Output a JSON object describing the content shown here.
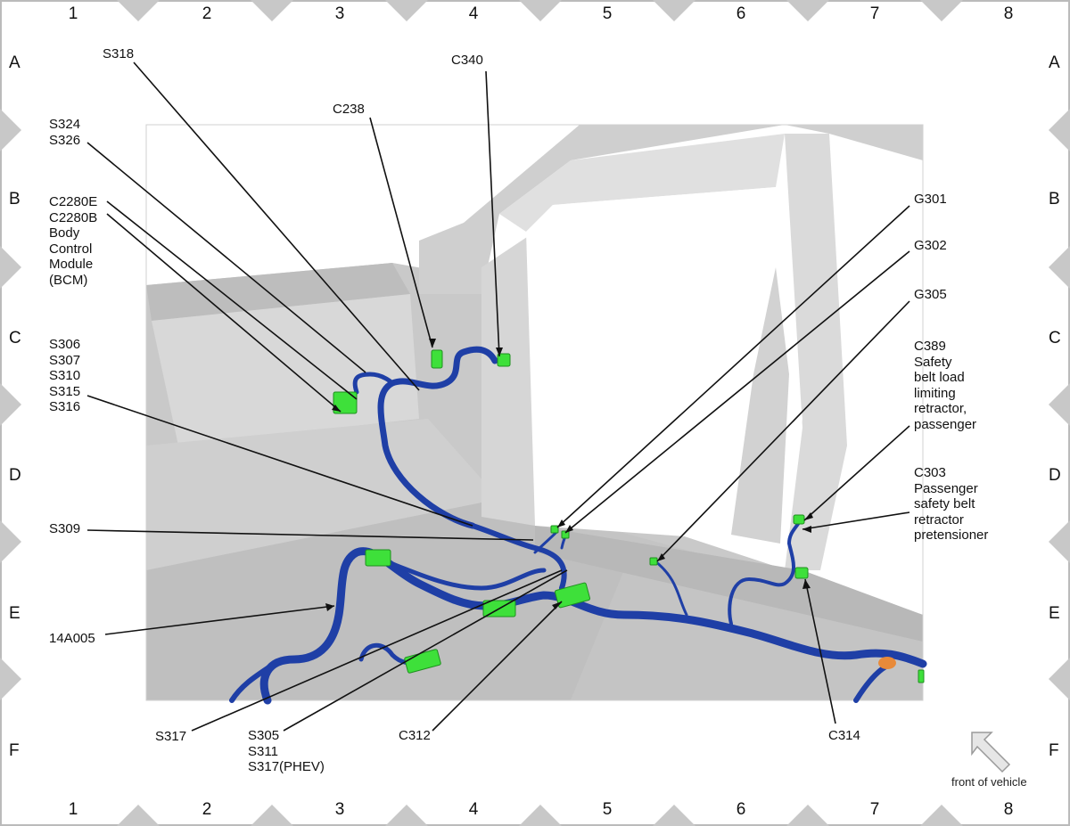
{
  "grid": {
    "columns": [
      "1",
      "2",
      "3",
      "4",
      "5",
      "6",
      "7",
      "8"
    ],
    "rows": [
      "A",
      "B",
      "C",
      "D",
      "E",
      "F"
    ]
  },
  "callouts": {
    "s318": [
      "S318"
    ],
    "c340": [
      "C340"
    ],
    "c238": [
      "C238"
    ],
    "s324": [
      "S324",
      "S326"
    ],
    "c2280": [
      "C2280E",
      "C2280B",
      "Body",
      "Control",
      "Module",
      "(BCM)"
    ],
    "s306": [
      "S306",
      "S307",
      "S310",
      "S315",
      "S316"
    ],
    "s309": [
      "S309"
    ],
    "a14005": [
      "14A005"
    ],
    "s317": [
      "S317"
    ],
    "s305": [
      "S305",
      "S311",
      "S317(PHEV)"
    ],
    "c312": [
      "C312"
    ],
    "c314": [
      "C314"
    ],
    "g301": [
      "G301"
    ],
    "g302": [
      "G302"
    ],
    "g305": [
      "G305"
    ],
    "c389": [
      "C389",
      "Safety",
      "belt load",
      "limiting",
      "retractor,",
      "passenger"
    ],
    "c303": [
      "C303",
      "Passenger",
      "safety belt",
      "retractor",
      "pretensioner"
    ]
  },
  "front_of_vehicle": "front of vehicle",
  "colors": {
    "harness": "#1f3fa6",
    "connector": "#3ee03a",
    "body_panel": "#d4d4d4",
    "border_diamond": "#c8c8c8",
    "ground_terminal": "#e88a3a"
  }
}
